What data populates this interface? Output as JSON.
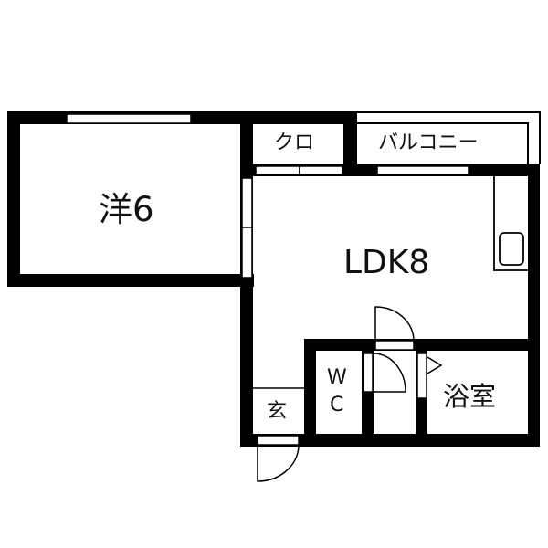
{
  "plan": {
    "rooms": [
      {
        "id": "western-room",
        "label": "洋6"
      },
      {
        "id": "closet",
        "label": "クロ"
      },
      {
        "id": "balcony",
        "label": "バルコニー"
      },
      {
        "id": "ldk",
        "label": "LDK8"
      },
      {
        "id": "wc-w",
        "label": "W"
      },
      {
        "id": "wc-c",
        "label": "C"
      },
      {
        "id": "bathroom",
        "label": "浴室"
      },
      {
        "id": "entrance",
        "label": "玄"
      }
    ],
    "colors": {
      "wall": "#000000",
      "background": "#ffffff",
      "line": "#111111"
    }
  }
}
